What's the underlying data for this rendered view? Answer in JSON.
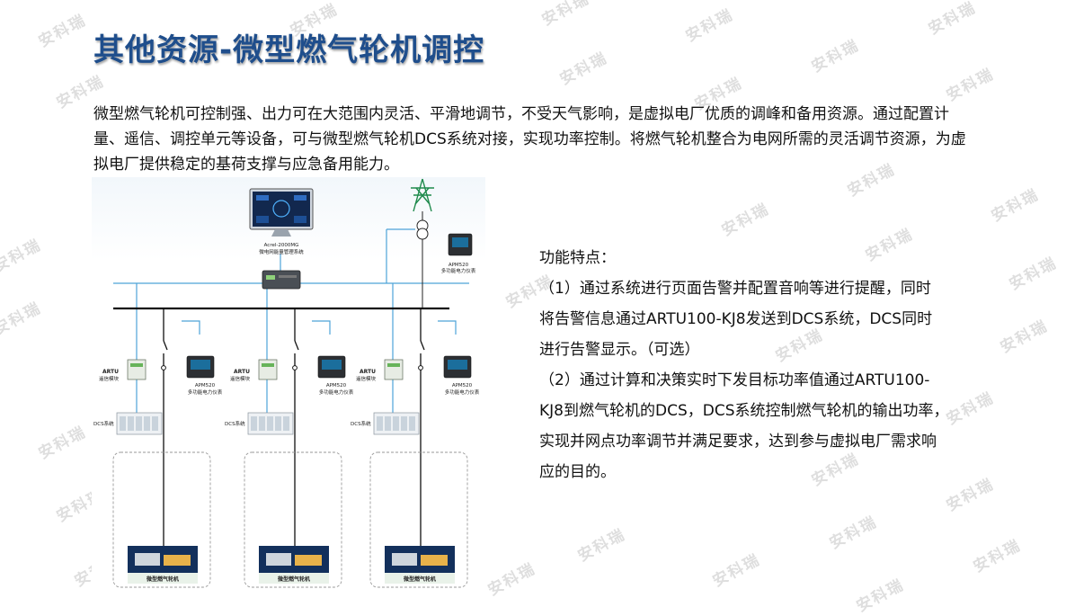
{
  "watermark": "安科瑞",
  "title": "其他资源-微型燃气轮机调控",
  "intro": "微型燃气轮机可控制强、出力可在大范围内灵活、平滑地调节，不受天气影响，是虚拟电厂优质的调峰和备用资源。通过配置计量、遥信、调控单元等设备，可与微型燃气轮机DCS系统对接，实现功率控制。将燃气轮机整合为电网所需的灵活调节资源，为虚拟电厂提供稳定的基荷支撑与应急备用能力。",
  "features": {
    "heading": "功能特点：",
    "item1_line1": "（1）通过系统进行页面告警并配置音响等进行提醒，同时",
    "item1_line2": "将告警信息通过ARTU100-KJ8发送到DCS系统，DCS同时",
    "item1_line3": "进行告警显示。（可选）",
    "item2_line1": "（2）通过计算和决策实时下发目标功率值通过ARTU100-",
    "item2_line2": "KJ8到燃气轮机的DCS，DCS系统控制燃气轮机的输出功率，",
    "item2_line3": "实现并网点功率调节并满足要求，达到参与虚拟电厂需求响",
    "item2_line4": "应的目的。"
  },
  "diagram": {
    "system_name": "Acrel-2000MG",
    "system_desc": "微电网能量管理系统",
    "grid_meter_model": "APM520",
    "grid_meter_desc": "多功能电力仪表",
    "branches": [
      {
        "artu": "ARTU",
        "artu_desc": "遥信模块",
        "meter": "APM520",
        "meter_desc": "多功能电力仪表",
        "dcs": "DCS系统",
        "turbine": "微型燃气轮机"
      },
      {
        "artu": "ARTU",
        "artu_desc": "遥信模块",
        "meter": "APM520",
        "meter_desc": "多功能电力仪表",
        "dcs": "DCS系统",
        "turbine": "微型燃气轮机"
      },
      {
        "artu": "ARTU",
        "artu_desc": "遥信模块",
        "meter": "APM520",
        "meter_desc": "多功能电力仪表",
        "dcs": "DCS系统",
        "turbine": "微型燃气轮机"
      }
    ],
    "colors": {
      "comm_line": "#4ea3d8",
      "power_line": "#111111",
      "turbine_label": "#2d8a3a",
      "tower": "#1f8a4c"
    }
  }
}
